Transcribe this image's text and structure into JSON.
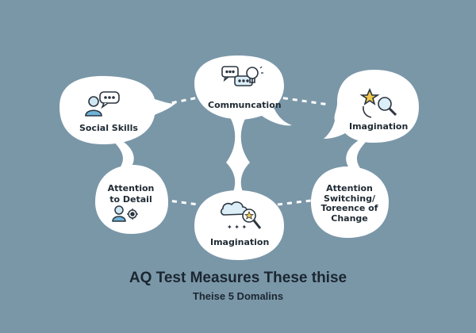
{
  "colors": {
    "background": "#7a97a8",
    "bubble": "#ffffff",
    "text": "#1f2a33",
    "icon_outline": "#2b3540",
    "icon_accent_blue": "#6fb3d8",
    "icon_accent_yellow": "#f2c84b"
  },
  "domains": [
    {
      "id": "social",
      "label": "Social Skills",
      "icon": "person-speech-bubble-icon"
    },
    {
      "id": "communication",
      "label": "Communcation",
      "icon": "chat-lightbulb-icon"
    },
    {
      "id": "imagination_top",
      "label": "Imagination",
      "icon": "star-magnifier-icon"
    },
    {
      "id": "attention_detail",
      "label": "Attention\nto Detail",
      "icon": "person-gears-icon"
    },
    {
      "id": "imagination_bottom",
      "label": "Imagination",
      "icon": "cloud-magnifier-stars-icon"
    },
    {
      "id": "attention_switching",
      "label": "Attention\nSwitching/\nToreence of\nChange",
      "icon": ""
    }
  ],
  "title": {
    "main": "AQ Test Measures These thise",
    "sub": "Theise 5 Domalins"
  }
}
